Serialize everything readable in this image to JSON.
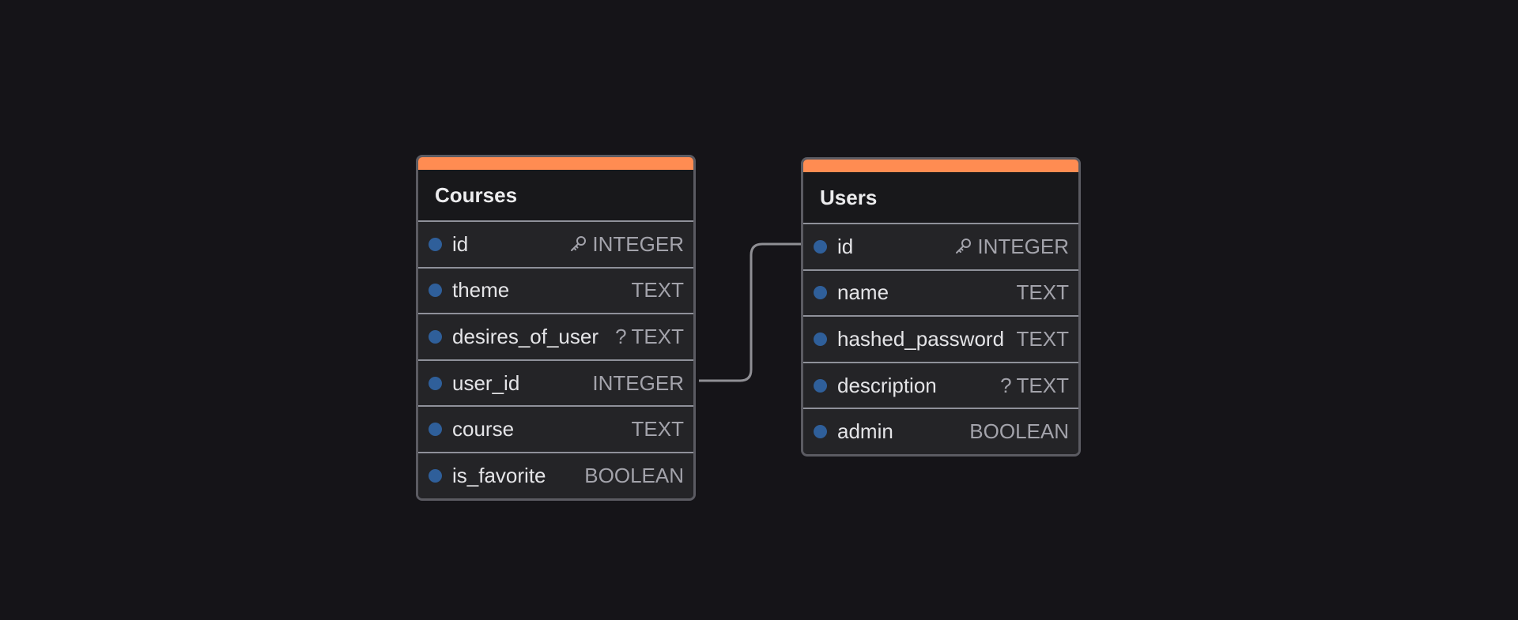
{
  "colors": {
    "background": "#151418",
    "accent": "#ff8c52",
    "connector": "#8f8f94",
    "dot": "#2f5f9a"
  },
  "tables": [
    {
      "name": "Courses",
      "columns": [
        {
          "name": "id",
          "type": "INTEGER",
          "icon": "key-icon"
        },
        {
          "name": "theme",
          "type": "TEXT"
        },
        {
          "name": "desires_of_user",
          "type": "TEXT",
          "prefix": "?"
        },
        {
          "name": "user_id",
          "type": "INTEGER"
        },
        {
          "name": "course",
          "type": "TEXT"
        },
        {
          "name": "is_favorite",
          "type": "BOOLEAN"
        }
      ]
    },
    {
      "name": "Users",
      "columns": [
        {
          "name": "id",
          "type": "INTEGER",
          "icon": "key-icon"
        },
        {
          "name": "name",
          "type": "TEXT"
        },
        {
          "name": "hashed_password",
          "type": "TEXT"
        },
        {
          "name": "description",
          "type": "TEXT",
          "prefix": "?"
        },
        {
          "name": "admin",
          "type": "BOOLEAN"
        }
      ]
    }
  ]
}
